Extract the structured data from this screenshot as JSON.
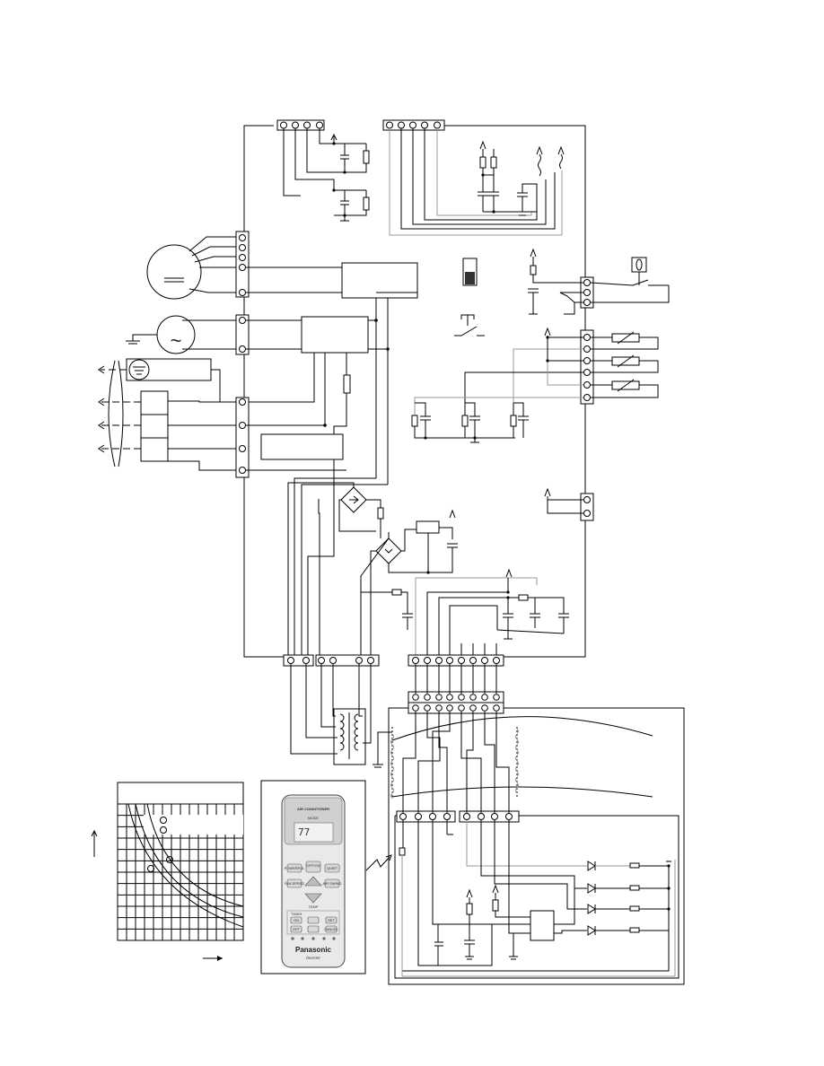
{
  "remote": {
    "title": "AIR CONDITIONER",
    "mode_label": "MODE",
    "power_label": "POWERFUL",
    "quiet_label": "QUIET",
    "onoff_label": "OFF/ON",
    "fan_label": "FAN SPEED",
    "swing_label": "AIR SWING",
    "temp_label": "TEMP",
    "timer_label": "TIMER",
    "on_label": "ON",
    "off_label": "OFF",
    "set_label": "SET",
    "cancel_label": "CANCEL",
    "brand": "Panasonic",
    "sub_brand": "Inverter"
  },
  "symbols": {
    "ac_source": "~",
    "motor": "=="
  }
}
